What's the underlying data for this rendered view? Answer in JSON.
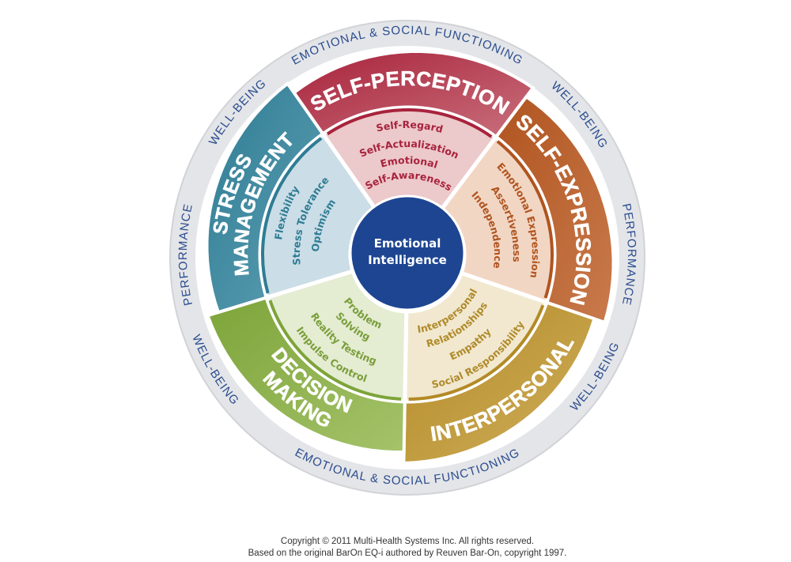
{
  "center": {
    "line1": "Emotional",
    "line2": "Intelligence",
    "color": "#1d4591"
  },
  "outer_ring": {
    "color": "#2a4d8f",
    "labels": [
      {
        "text": "EMOTIONAL & SOCIAL FUNCTIONING",
        "angle": -90,
        "dir": "cw"
      },
      {
        "text": "EMOTIONAL & SOCIAL FUNCTIONING",
        "angle": 90,
        "dir": "ccw"
      },
      {
        "text": "PERFORMANCE",
        "angle": 180,
        "dir": "cw"
      },
      {
        "text": "PERFORMANCE",
        "angle": 0,
        "dir": "cw"
      },
      {
        "text": "WELL-BEING",
        "angle": -140,
        "dir": "cw"
      },
      {
        "text": "WELL-BEING",
        "angle": -39,
        "dir": "cw"
      },
      {
        "text": "WELL-BEING",
        "angle": 149,
        "dir": "ccw"
      },
      {
        "text": "WELL-BEING",
        "angle": 33,
        "dir": "ccw"
      }
    ]
  },
  "composites": [
    {
      "id": "self-perception",
      "title": [
        "SELF-PERCEPTION"
      ],
      "a1": -125,
      "a2": -53,
      "dir": "cw",
      "band": "#a8233c",
      "band_light": "#c9707c",
      "inner": "#ecc9cb",
      "text": "#a8233c",
      "items": [
        "Self-Regard",
        "Self-Actualization",
        "Emotional",
        "Self-Awareness"
      ],
      "item_r": [
        160,
        136,
        115,
        96
      ]
    },
    {
      "id": "self-expression",
      "title": [
        "SELF-EXPRESSION"
      ],
      "a1": -53,
      "a2": 19,
      "dir": "cw",
      "band": "#b0541f",
      "band_light": "#c97a4c",
      "inner": "#f2d6c4",
      "text": "#b0541f",
      "items": [
        "Emotional Expression",
        "Assertiveness",
        "Independence"
      ],
      "item_r": [
        158,
        134,
        110
      ]
    },
    {
      "id": "interpersonal",
      "title": [
        "INTERPERSONAL"
      ],
      "a1": 19,
      "a2": 91,
      "dir": "ccw",
      "band": "#b38a25",
      "band_light": "#cfae5c",
      "inner": "#f1e8cf",
      "text": "#b08a2a",
      "items": [
        "Interpersonal",
        "Relationships",
        "Empathy",
        "Social Responsibility"
      ],
      "item_r": [
        100,
        120,
        145,
        172
      ]
    },
    {
      "id": "decision-making",
      "title": [
        "DECISION",
        "MAKING"
      ],
      "a1": 91,
      "a2": 163,
      "dir": "ccw",
      "band": "#7da43a",
      "band_light": "#a5c36a",
      "inner": "#e4ecd2",
      "text": "#7a9e3a",
      "items": [
        "Problem",
        "Solving",
        "Reality Testing",
        "Impulse Control"
      ],
      "item_r": [
        100,
        120,
        145,
        170
      ]
    },
    {
      "id": "stress-management",
      "title": [
        "STRESS",
        "MANAGEMENT"
      ],
      "a1": 163,
      "a2": 235,
      "dir": "cw",
      "band": "#2e7c94",
      "band_light": "#5fa0b3",
      "inner": "#cbdde6",
      "text": "#2e7c94",
      "items": [
        "Flexibility",
        "Stress Tolerance",
        "Optimism"
      ],
      "item_r": [
        160,
        136,
        112
      ]
    }
  ],
  "footer": {
    "line1": "Copyright © 2011 Multi-Health Systems Inc. All rights reserved.",
    "line2": "Based on the original BarOn EQ-i authored by Reuven Bar-On, copyright 1997."
  }
}
